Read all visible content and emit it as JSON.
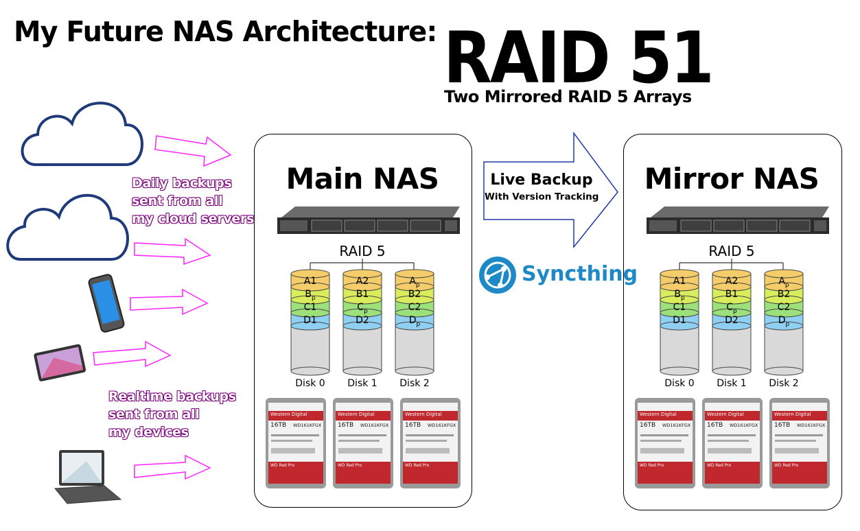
{
  "title": "My Future NAS Architecture:",
  "raid_title": "RAID 51",
  "raid_subtitle": "Two Mirrored RAID 5 Arrays",
  "daily_note": "Daily backups\nsent from all\nmy cloud servers",
  "realtime_note": "Realtime backups\nsent from all\nmy devices",
  "main_nas": {
    "title": "Main NAS",
    "raid_label": "RAID 5",
    "disks": [
      {
        "label": "Disk 0",
        "cells": [
          "A1",
          "Bp",
          "C1",
          "D1"
        ]
      },
      {
        "label": "Disk 1",
        "cells": [
          "A2",
          "B1",
          "Cp",
          "D2"
        ]
      },
      {
        "label": "Disk 2",
        "cells": [
          "Ap",
          "B2",
          "C2",
          "Dp"
        ]
      }
    ]
  },
  "mirror_nas": {
    "title": "Mirror NAS",
    "raid_label": "RAID 5",
    "disks": [
      {
        "label": "Disk 0",
        "cells": [
          "A1",
          "Bp",
          "C1",
          "D1"
        ]
      },
      {
        "label": "Disk 1",
        "cells": [
          "A2",
          "B1",
          "Cp",
          "D2"
        ]
      },
      {
        "label": "Disk 2",
        "cells": [
          "Ap",
          "B2",
          "C2",
          "Dp"
        ]
      }
    ]
  },
  "sync_arrow": {
    "label": "Live Backup",
    "sublabel": "With Version Tracking"
  },
  "syncthing": "Syncthing",
  "hdd": {
    "brand": "Western Digital",
    "capacity": "16TB",
    "model": "WD161KFGX",
    "line": "WD Red Pro"
  },
  "colors": {
    "cloud_outline": "#1f3a7a",
    "arrow_outline": "#ff22ff",
    "row_a": "#f5cc6a",
    "row_b": "#d9ec5c",
    "row_c": "#9be07a",
    "row_d": "#8fd0f2",
    "disk_body": "#d9d9d9",
    "syncthing_blue": "#1d8ac7",
    "wd_red": "#c0282d"
  }
}
